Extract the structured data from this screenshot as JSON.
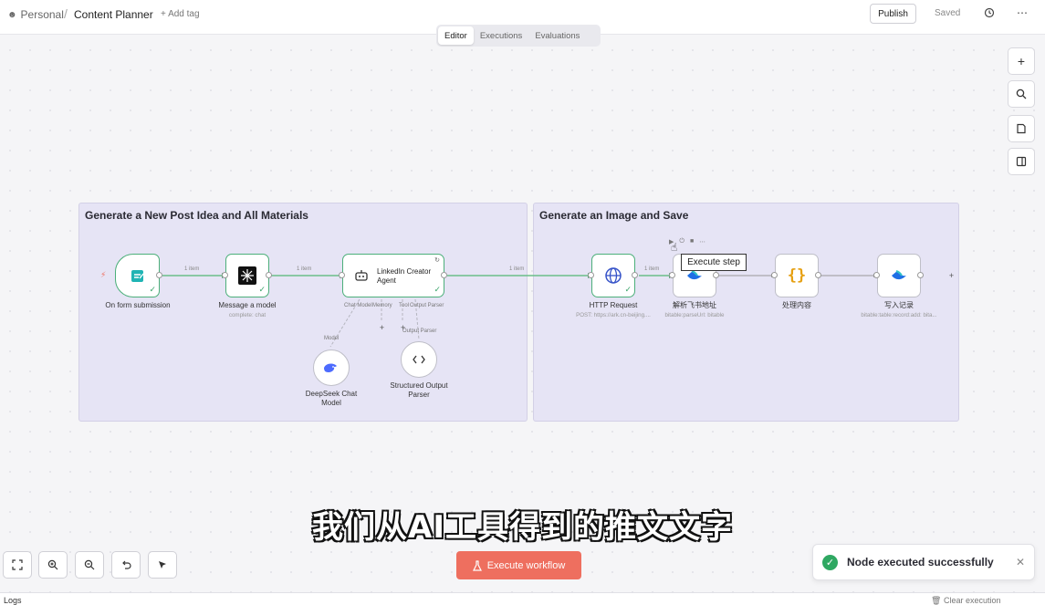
{
  "header": {
    "workspace": "Personal",
    "workflow_title": "Content Planner",
    "add_tag": "+ Add tag",
    "publish": "Publish",
    "status": "Saved"
  },
  "tabs": [
    {
      "label": "Editor",
      "active": true
    },
    {
      "label": "Executions",
      "active": false
    },
    {
      "label": "Evaluations",
      "active": false
    }
  ],
  "groups": [
    {
      "title": "Generate a New Post Idea and All Materials"
    },
    {
      "title": "Generate an Image and Save"
    }
  ],
  "nodes": {
    "form": {
      "label": "On form submission"
    },
    "message": {
      "label": "Message a model",
      "sub": "complete: chat"
    },
    "agent": {
      "label": "LinkedIn Creator Agent",
      "port_chat": "Chat Model",
      "port_memory": "Memory",
      "port_tool": "Tool",
      "port_parser": "Output Parser"
    },
    "deepseek": {
      "label": "DeepSeek Chat Model",
      "port": "Model"
    },
    "parser": {
      "label": "Structured Output Parser",
      "port": "Output Parser"
    },
    "http": {
      "label": "HTTP Request",
      "sub": "POST: https://ark.cn-beijing...."
    },
    "parse_url": {
      "label": "解析飞书地址",
      "sub": "bitable:parseUrl: bitable"
    },
    "process": {
      "label": "处理内容"
    },
    "write": {
      "label": "写入记录",
      "sub": "bitable:table:record:add: bita..."
    }
  },
  "edges": {
    "e1": "1 item",
    "e2": "1 item",
    "e3": "1 item",
    "e4": "1 item"
  },
  "tooltip": "Execute step",
  "subtitle": "我们从AI工具得到的推文文字",
  "execute_button": "Execute workflow",
  "toast": {
    "message": "Node executed successfully"
  },
  "logs": {
    "label": "Logs",
    "clear": "Clear execution"
  },
  "colors": {
    "accent": "#ee6f5f",
    "success": "#2fa862",
    "group_bg": "#e6e4f5"
  }
}
